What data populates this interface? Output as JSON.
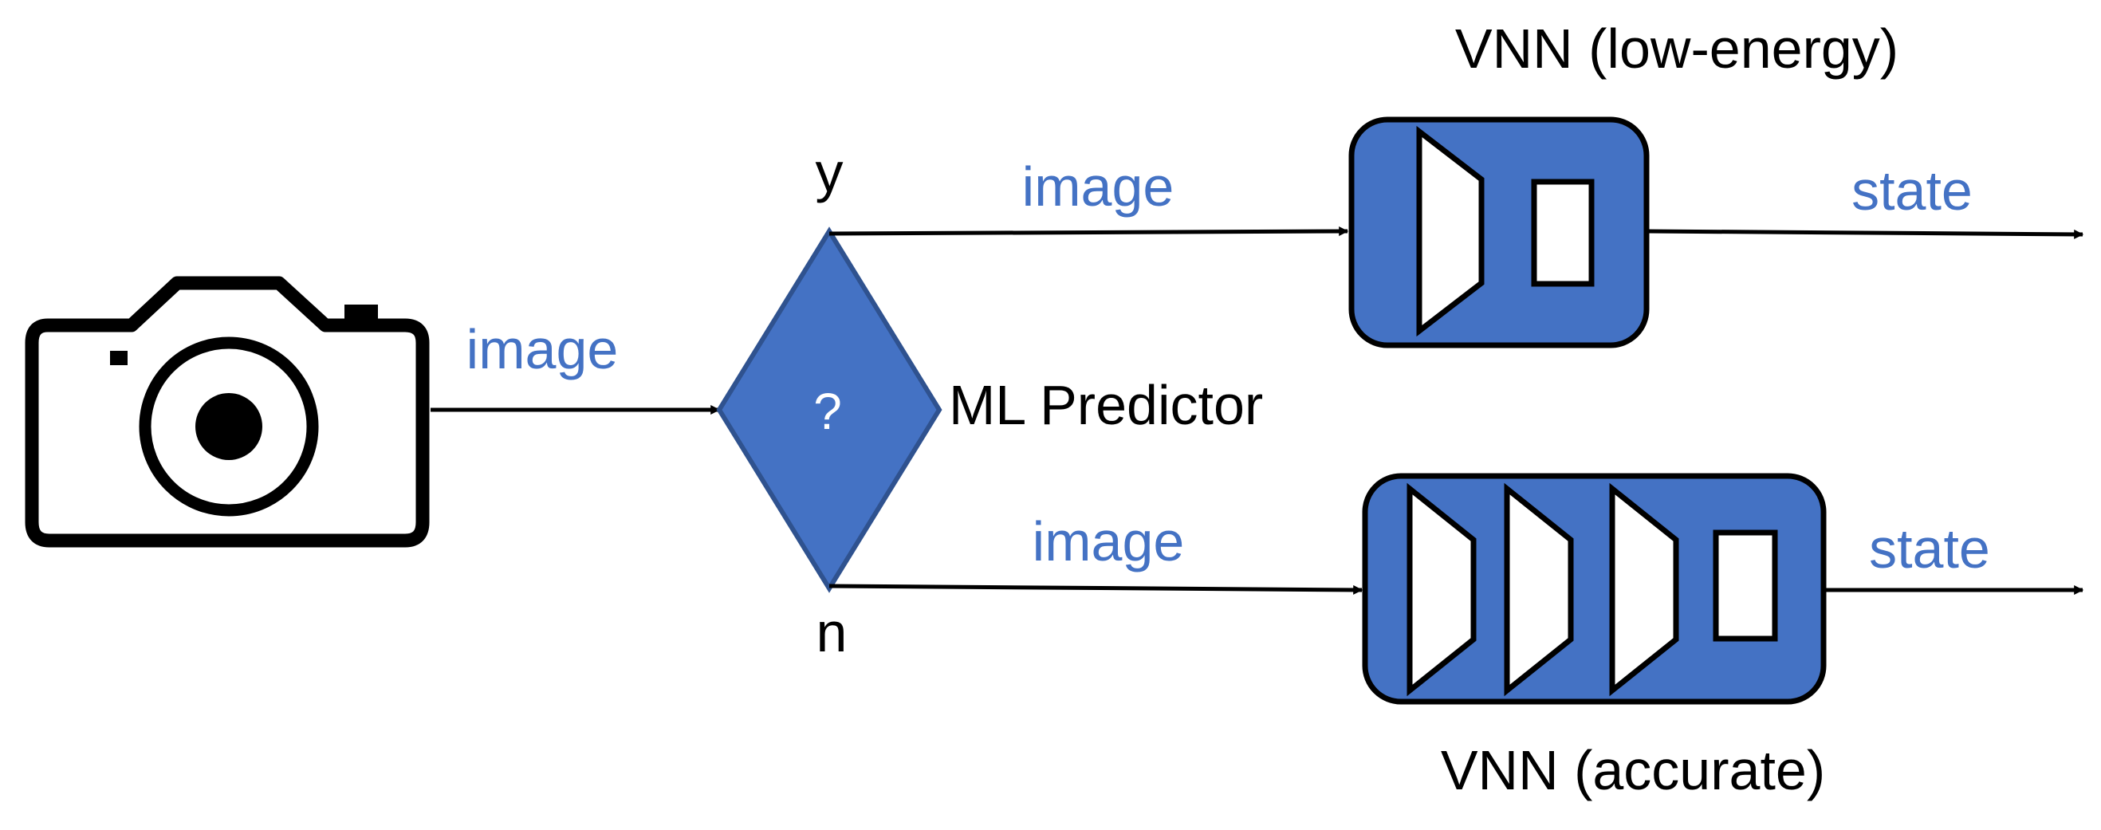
{
  "colors": {
    "accent_blue": "#4472C4",
    "stroke": "#000000",
    "diamond_border": "#2F528F",
    "background": "#FFFFFF"
  },
  "icons": {
    "source": "camera-icon",
    "decision": "decision-diamond",
    "layer": "trapezoid-layer-icon",
    "output": "rectangle-output-icon"
  },
  "camera": {
    "output_label": "image"
  },
  "predictor": {
    "symbol": "?",
    "label": "ML Predictor",
    "yes_label": "y",
    "no_label": "n"
  },
  "branches": {
    "yes": {
      "input_label": "image",
      "vnn_title": "VNN (low-energy)",
      "output_label": "state",
      "layer_count": 1
    },
    "no": {
      "input_label": "image",
      "vnn_title": "VNN (accurate)",
      "output_label": "state",
      "layer_count": 3
    }
  }
}
